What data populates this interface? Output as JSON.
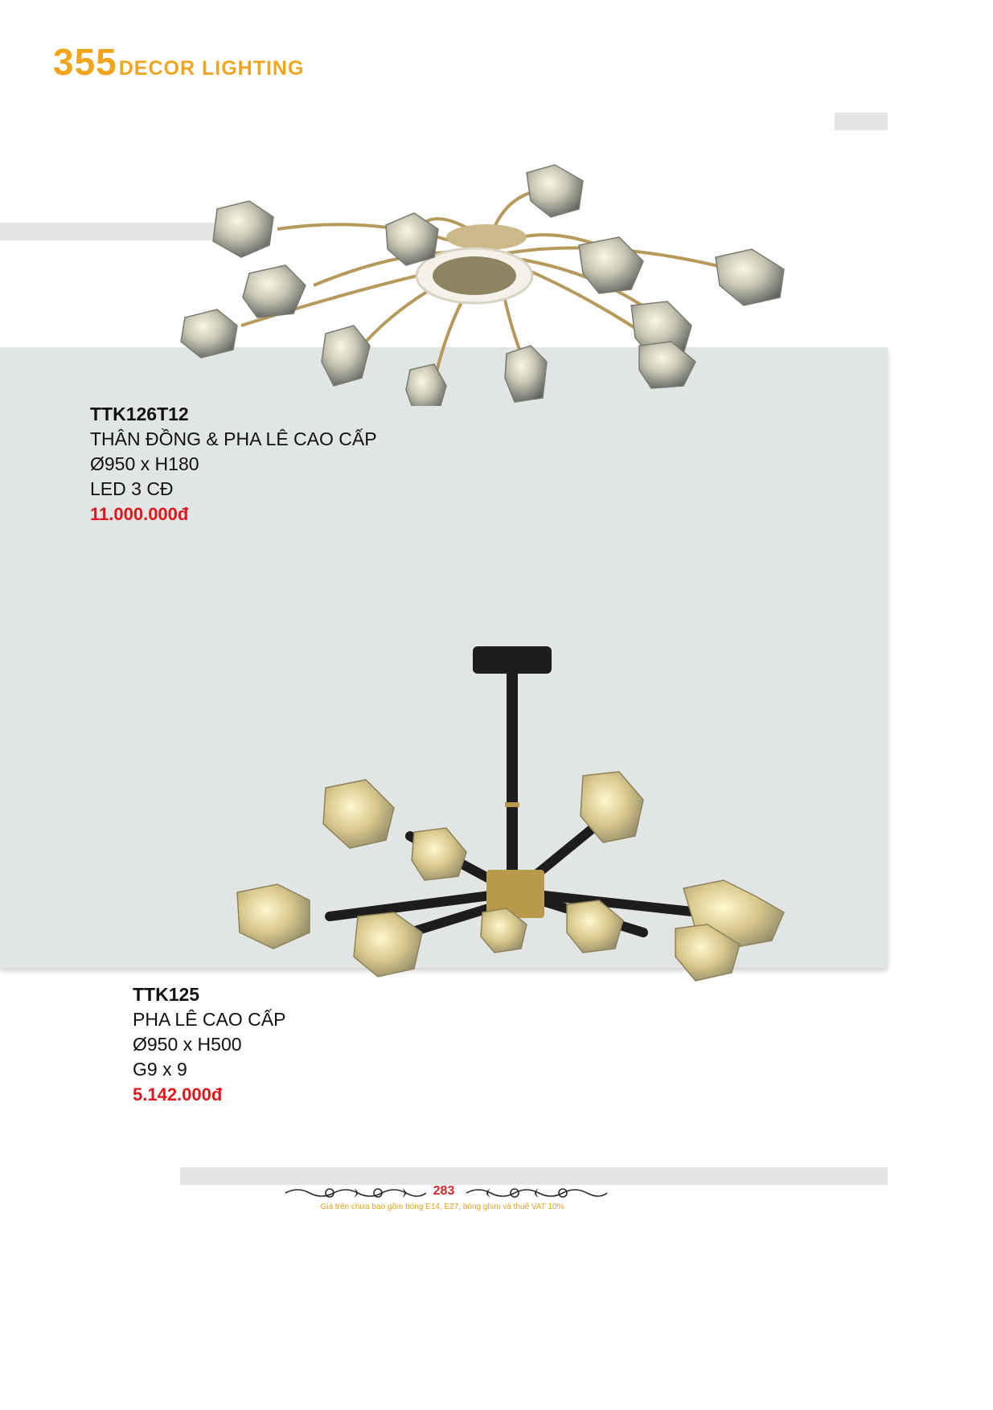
{
  "header": {
    "brand_number": "355",
    "brand_text": "DECOR LIGHTING"
  },
  "colors": {
    "brand": "#f0a51c",
    "price": "#e0161b",
    "panel": "#e1e5e3"
  },
  "products": [
    {
      "code": "TTK126T12",
      "lines": [
        "THÂN ĐỒNG & PHA LÊ CAO CẤP",
        "Ø950 x H180",
        "LED 3 CĐ"
      ],
      "price": "11.000.000đ"
    },
    {
      "code": "TTK125",
      "lines": [
        "PHA LÊ CAO CẤP",
        "Ø950 x H500",
        "G9 x 9"
      ],
      "price": "5.142.000đ"
    }
  ],
  "footer": {
    "page_number": "283",
    "note": "Giá trên chưa bao gồm bóng E14, E27, bóng ghim và thuế VAT 10%"
  }
}
